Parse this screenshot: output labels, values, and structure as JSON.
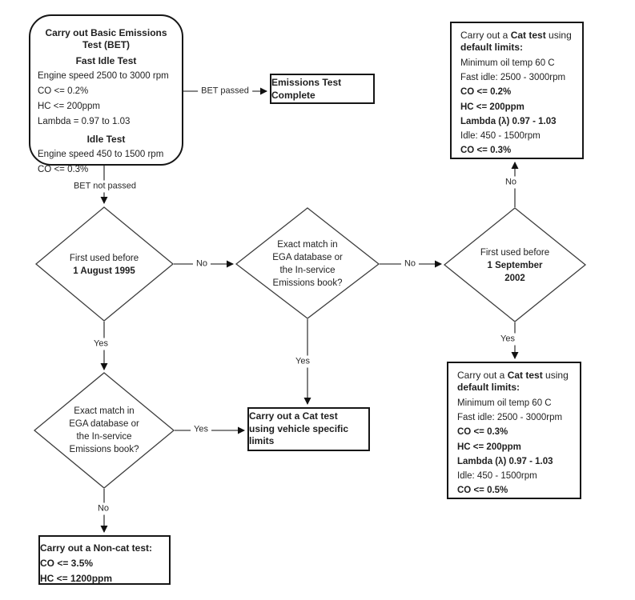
{
  "nodes": {
    "bet": {
      "title": [
        "Carry out Basic Emissions",
        "Test (BET)"
      ],
      "fast_idle_heading": "Fast Idle Test",
      "fast_idle_lines": [
        "Engine speed 2500 to 3000 rpm",
        "CO <= 0.2%",
        "HC <= 200ppm",
        "Lambda = 0.97 to 1.03"
      ],
      "idle_heading": "Idle Test",
      "idle_lines": [
        "Engine speed 450 to 1500 rpm",
        "CO <= 0.3%"
      ]
    },
    "complete": {
      "lines": [
        "Emissions Test",
        "Complete"
      ]
    },
    "cat_default_top": {
      "heading": {
        "r1": "Carry out a ",
        "b1": "Cat test",
        "r2": " using",
        "b2": "default limits:"
      },
      "lines": [
        "Minimum oil temp 60 C",
        "Fast idle: 2500 - 3000rpm",
        "CO <= 0.2%",
        "HC <= 200ppm",
        "Lambda (λ) 0.97 - 1.03",
        "Idle: 450 - 1500rpm",
        "CO <= 0.3%"
      ]
    },
    "cat_default_bottom": {
      "heading": {
        "r1": "Carry out a ",
        "b1": "Cat test",
        "r2": " using",
        "b2": "default limits:"
      },
      "lines": [
        "Minimum oil temp 60 C",
        "Fast idle: 2500 - 3000rpm",
        "CO <= 0.3%",
        "HC <= 200ppm",
        "Lambda (λ) 0.97 - 1.03",
        "Idle: 450 - 1500rpm",
        "CO <= 0.5%"
      ]
    },
    "cat_vehicle": {
      "lines": [
        "Carry out a Cat test",
        "using vehicle specific",
        "limits"
      ]
    },
    "noncat": {
      "lines": [
        "Carry out a Non-cat test:",
        "CO <= 3.5%",
        "HC <= 1200ppm"
      ]
    },
    "d_first_used_1995": {
      "line1": "First used before",
      "line2": "1 August 1995"
    },
    "d_ega_match_mid": {
      "lines": [
        "Exact match in",
        "EGA database or",
        "the In-service",
        "Emissions book?"
      ]
    },
    "d_first_used_2002": {
      "line1": "First used before",
      "line2": "1 September",
      "line3": "2002"
    },
    "d_ega_match_low": {
      "lines": [
        "Exact match in",
        "EGA database or",
        "the In-service",
        "Emissions book?"
      ]
    }
  },
  "edge_labels": {
    "bet_passed": "BET passed",
    "bet_not_passed": "BET not passed",
    "no_1995_to_mid": "No",
    "no_mid_to_2002": "No",
    "no_2002_to_top": "No",
    "yes_1995_down": "Yes",
    "yes_mid_down": "Yes",
    "yes_low_right": "Yes",
    "no_low_down": "No",
    "yes_2002_down": "Yes"
  },
  "colors": {
    "line": "#3d3d3d",
    "box_border": "#161616",
    "text": "#1f1f1f",
    "background": "#ffffff"
  }
}
